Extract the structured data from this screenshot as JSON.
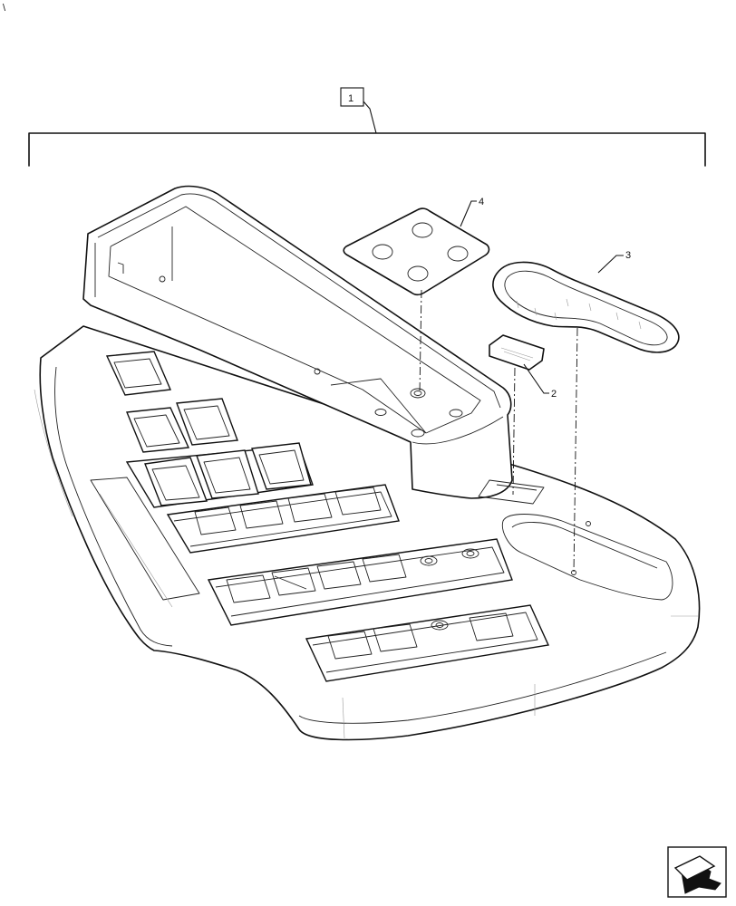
{
  "callouts": {
    "assembly": "1",
    "part_2": "2",
    "part_3": "3",
    "part_4": "4"
  },
  "corner_mark": "\\",
  "nav_icon": "next-page-arrow-icon"
}
